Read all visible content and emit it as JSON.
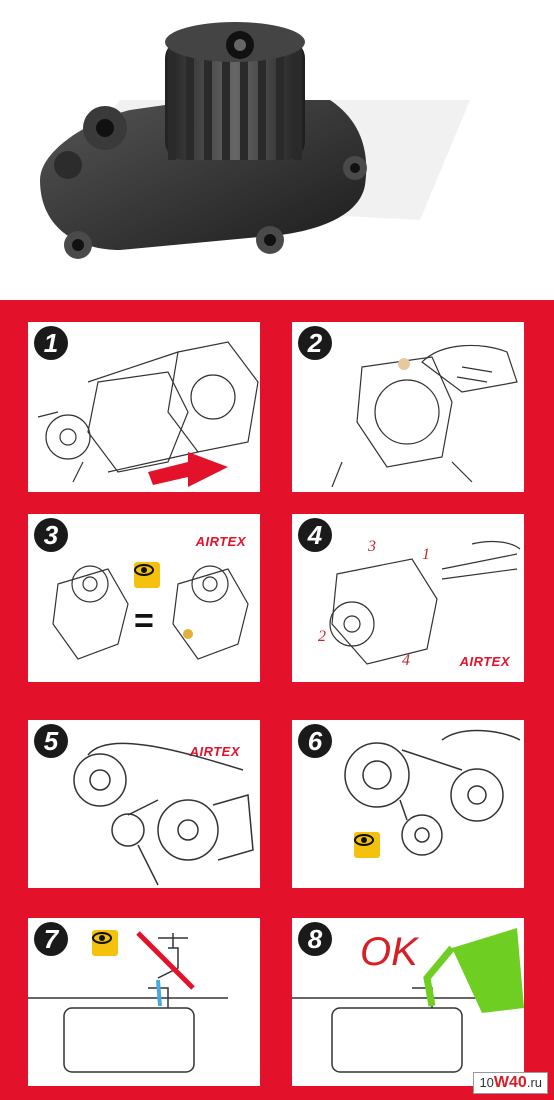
{
  "steps": [
    {
      "number": "1"
    },
    {
      "number": "2"
    },
    {
      "number": "3",
      "brand": "AIRTEX",
      "equals": "="
    },
    {
      "number": "4",
      "brand": "AIRTEX",
      "sequence": [
        "3",
        "1",
        "2",
        "4"
      ]
    },
    {
      "number": "5",
      "brand": "AIRTEX"
    },
    {
      "number": "6"
    },
    {
      "number": "7"
    },
    {
      "number": "8",
      "ok_label": "OK"
    }
  ],
  "watermark": {
    "prefix": "10",
    "highlight": "W40",
    "suffix": ".ru"
  },
  "icons": [
    "eye-warning-icon",
    "arrow-left-icon",
    "no-tap-water-icon"
  ],
  "colors": {
    "panel_red": "#e3122a",
    "warning_yellow": "#f4c20d",
    "coolant_green": "#6fce22"
  }
}
